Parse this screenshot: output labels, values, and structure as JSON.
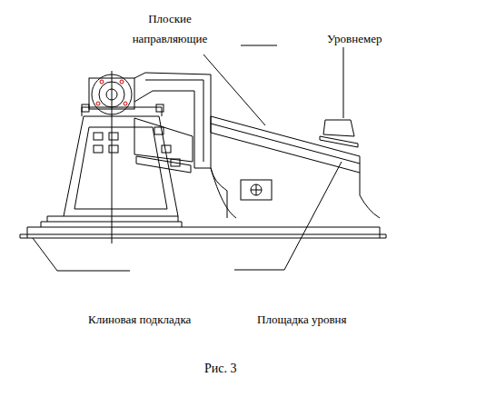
{
  "diagram": {
    "caption": "Рис. 3",
    "labels": [
      "Плоские направляющие",
      "Уровнемер",
      "Клиновая подкладка",
      "Площадка уровня"
    ]
  }
}
